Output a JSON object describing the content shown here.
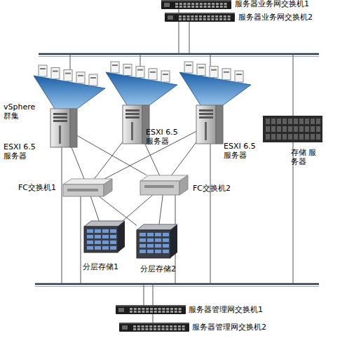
{
  "diagram": {
    "nodes": [
      {
        "text": [
          "服务器业务网交换机1"
        ]
      },
      {
        "text": [
          "服务器业务网交换机2"
        ]
      },
      {
        "text": [
          "ESXI 6.5 服务器"
        ]
      },
      {
        "text": [
          "ESXI 6.5 服务器"
        ]
      },
      {
        "text": [
          "ESXI 6.5 服务器"
        ]
      },
      {
        "text": [
          "存储 服务器"
        ]
      },
      {
        "text": [
          "FC交换机1"
        ]
      },
      {
        "text": [
          "FC交换机2"
        ]
      },
      {
        "text": [
          "分层存储1"
        ]
      },
      {
        "text": [
          "分层存储2"
        ]
      },
      {
        "text": [
          "服务器管理网交换机1"
        ]
      },
      {
        "text": [
          "服务器管理网交换机2"
        ]
      }
    ],
    "edges": [
      {
        "from": 2,
        "to": 6,
        "arrow": "none"
      },
      {
        "from": 2,
        "to": 7,
        "arrow": "none"
      },
      {
        "from": 3,
        "to": 6,
        "arrow": "none"
      },
      {
        "from": 3,
        "to": 7,
        "arrow": "none"
      },
      {
        "from": 4,
        "to": 6,
        "arrow": "none"
      },
      {
        "from": 4,
        "to": 7,
        "arrow": "none"
      },
      {
        "from": 6,
        "to": 8,
        "arrow": "none"
      },
      {
        "from": 6,
        "to": 9,
        "arrow": "none"
      },
      {
        "from": 7,
        "to": 8,
        "arrow": "none"
      },
      {
        "from": 7,
        "to": 9,
        "arrow": "none"
      }
    ],
    "labels": [
      "vSphere 群集"
    ]
  }
}
